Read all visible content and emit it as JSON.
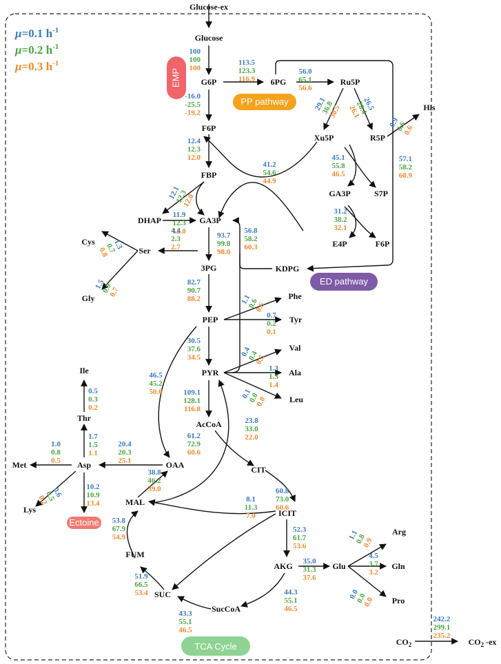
{
  "title": "Glucose-ex",
  "colors": {
    "mu1": "#3a7abf",
    "mu2": "#4aa542",
    "mu3": "#ef8a2c",
    "emp": "#f0646a",
    "pp": "#f5a21c",
    "ed": "#7d5ba6",
    "tca": "#8fd393",
    "ectoine": "#f07a72"
  },
  "legend": [
    {
      "prefix": "μ",
      "value": "=0.1 h",
      "sup": "-1"
    },
    {
      "prefix": "μ",
      "value": "=0.2 h",
      "sup": "-1"
    },
    {
      "prefix": "μ",
      "value": "=0.3 h",
      "sup": "-1"
    }
  ],
  "pathways": {
    "emp": "EMP",
    "pp": "PP pathway",
    "ed": "ED pathway",
    "tca": "TCA Cycle",
    "ectoine": "Ectoine"
  },
  "metabolites": {
    "glucose_ex": "Glucose-ex",
    "glucose": "Glucose",
    "g6p": "G6P",
    "pg6": "6PG",
    "ru5p": "Ru5P",
    "f6p": "F6P",
    "xu5p": "Xu5P",
    "r5p": "R5P",
    "his": "His",
    "fbp": "FBP",
    "ga3p_pp": "GA3P",
    "s7p": "S7P",
    "dhap": "DHAP",
    "ga3p": "GA3P",
    "e4p": "E4P",
    "f6p_pp": "F6P",
    "cys": "Cys",
    "ser": "Ser",
    "pg3": "3PG",
    "kdpg": "KDPG",
    "gly": "Gly",
    "phe": "Phe",
    "pep": "PEP",
    "tyr": "Tyr",
    "val": "Val",
    "pyr": "PYR",
    "ala": "Ala",
    "ile": "Ile",
    "leu": "Leu",
    "thr": "Thr",
    "acoa": "AcCoA",
    "met": "Met",
    "asp": "Asp",
    "oaa": "OAA",
    "cit": "CIT",
    "lys": "Lys",
    "mal": "MAL",
    "icit": "ICIT",
    "arg": "Arg",
    "fum": "FUM",
    "akg": "AKG",
    "glu": "Glu",
    "gln": "Gln",
    "pro": "Pro",
    "suc": "SUC",
    "succoa": "SucCoA",
    "co2": "CO",
    "co2ex": "CO",
    "co2_sub": "2",
    "co2ex_sub": "2",
    "co2ex_suffix": " -ex"
  },
  "fluxes": {
    "glc_g6p": [
      "100",
      "100",
      "100"
    ],
    "g6p_6pg": [
      "113.5",
      "123.3",
      "116.9"
    ],
    "pg6_ru5p": [
      "56.0",
      "65.1",
      "56.6"
    ],
    "g6p_f6p": [
      "-16.0",
      "-25.5",
      "-19.2"
    ],
    "ru5p_xu5p": [
      "29.1",
      "36.8",
      "30.5"
    ],
    "ru5p_r5p": [
      "26.5",
      "28.4",
      "26.1"
    ],
    "r5p_his": [
      "0.9",
      "0.6",
      "0.6"
    ],
    "f6p_fbp": [
      "12.4",
      "12.3",
      "12.0"
    ],
    "tk1": [
      "41.2",
      "54.6",
      "44.9"
    ],
    "tk2": [
      "45.1",
      "55.8",
      "46.5"
    ],
    "ed_edd": [
      "57.1",
      "58.2",
      "60.9"
    ],
    "fbp_dhap": [
      "12.1",
      "12.3",
      "12.0"
    ],
    "dhap_ga3p": [
      "11.9",
      "12.3",
      "12.0"
    ],
    "ta": [
      "31.2",
      "38.2",
      "32.1"
    ],
    "ga3p_3pg": [
      "93.7",
      "99.8",
      "98.0"
    ],
    "pg3_ser": [
      "4.4",
      "2.3",
      "2.7"
    ],
    "kdpg_ga3p": [
      "56.8",
      "58.2",
      "60.3"
    ],
    "ser_cys": [
      "1.3",
      "0.7",
      "0.8"
    ],
    "ser_gly": [
      "1.5",
      "0.9",
      "0.7"
    ],
    "pg3_pep": [
      "82.7",
      "90.7",
      "88.2"
    ],
    "pep_phe": [
      "1.1",
      "0.6",
      "0.6"
    ],
    "pep_tyr": [
      "0.7",
      "0.2",
      "0.1"
    ],
    "pep_pyr": [
      "30.5",
      "37.6",
      "34.5"
    ],
    "pyr_val": [
      "0.4",
      "0.4",
      "0.5"
    ],
    "pyr_ala": [
      "1.3",
      "1.3",
      "1.4"
    ],
    "pyr_leu": [
      "0.1",
      "0.0",
      "0.0"
    ],
    "pep_oaa": [
      "46.5",
      "45.2",
      "50.6"
    ],
    "pyr_acoa": [
      "109.1",
      "128.1",
      "116.8"
    ],
    "thr_ile": [
      "0.5",
      "0.3",
      "0.2"
    ],
    "asp_thr": [
      "1.7",
      "1.5",
      "1.1"
    ],
    "mal_pyr": [
      "23.8",
      "33.0",
      "22.0"
    ],
    "acoa_cit": [
      "61.2",
      "72.9",
      "60.6"
    ],
    "asp_met": [
      "1.0",
      "0.8",
      "0.5"
    ],
    "oaa_asp": [
      "20.4",
      "20.3",
      "25.1"
    ],
    "cit_icit": [
      "60.8",
      "73.0",
      "60.6"
    ],
    "mal_oaa": [
      "38.8",
      "46.2",
      "39.0"
    ],
    "asp_lys": [
      "0.6",
      "0.5",
      "0.2"
    ],
    "asp_ectoine": [
      "10.2",
      "10.9",
      "13.4"
    ],
    "icit_mal": [
      "8.1",
      "11.3",
      "7.0"
    ],
    "icit_akg": [
      "52.3",
      "61.7",
      "53.6"
    ],
    "glu_arg": [
      "1.1",
      "0.8",
      "0.9"
    ],
    "fum_mal": [
      "53.8",
      "67.9",
      "54.9"
    ],
    "glu_gln": [
      "4.5",
      "3.7",
      "3.2"
    ],
    "akg_glu": [
      "35.0",
      "31.3",
      "37.6"
    ],
    "glu_pro": [
      "0.0",
      "0.0",
      "0.0"
    ],
    "suc_fum": [
      "51.9",
      "66.5",
      "53.4"
    ],
    "akg_succoa": [
      "44.3",
      "55.1",
      "46.5"
    ],
    "succoa_suc": [
      "43.3",
      "55.1",
      "46.5"
    ],
    "co2_out": [
      "242.2",
      "299.1",
      "235.2"
    ]
  }
}
